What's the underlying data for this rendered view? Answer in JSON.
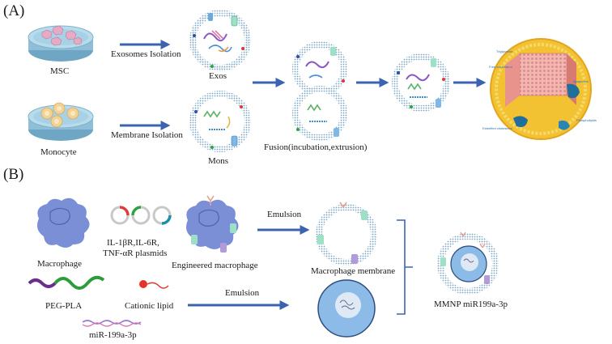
{
  "panels": {
    "A": {
      "label": "(A)",
      "msc_label": "MSC",
      "monocyte_label": "Monocyte",
      "exosomes_isolation": "Exosomes Isolation",
      "membrane_isolation": "Membrane Isolation",
      "exos_label": "Exos",
      "mons_label": "Mons",
      "fusion_label": "Fusion(incubation,extrusion)",
      "lnp_labels": {
        "triglyceride": "Triglyceride",
        "free_cholesterol": "Free cholesterol",
        "apoprotein": "Apoprotein",
        "cholesteryl_ester": "Esterified cholesterol",
        "phospholipids": "Phospholipids"
      }
    },
    "B": {
      "label": "(B)",
      "macrophage_label": "Macrophage",
      "plasmids_label_line1": "IL-1βR,IL-6R,",
      "plasmids_label_line2": "TNF-αR plasmids",
      "engineered_label": "Engineered macrophage",
      "emulsion_top": "Emulsion",
      "membrane_label": "Macrophage membrane",
      "peg_pla_label": "PEG-PLA",
      "cationic_label": "Cationic lipid",
      "emulsion_bottom": "Emulsion",
      "mirna_label": "miR-199a-3p",
      "mmnp_label": "MMNP miR199a-3p"
    }
  },
  "colors": {
    "arrow": "#3c63b0",
    "arrow_outline": "#1f3c80",
    "dish": "#9ec9e0",
    "cell_pink": "#e7aac4",
    "cell_tan": "#f3d296",
    "macrophage": "#7b8fd6",
    "plasmid_red": "#e23a3a",
    "plasmid_green": "#2fa046",
    "plasmid_teal": "#1b8ea8",
    "peg": "#6b2e8e",
    "pla": "#2e9c3a",
    "lipid_red": "#e2342c",
    "nanoparticle_blue": "#8dbbe8",
    "core_yellow": "#f2c232"
  }
}
